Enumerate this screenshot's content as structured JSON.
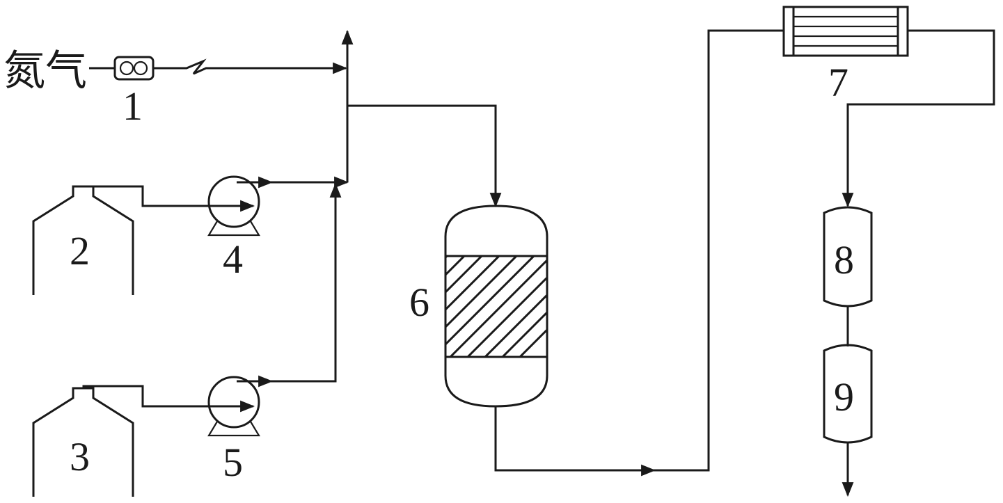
{
  "gas_label": "氮气",
  "labels": {
    "n1": "1",
    "n2": "2",
    "n3": "3",
    "n4": "4",
    "n5": "5",
    "n6": "6",
    "n7": "7",
    "n8": "8",
    "n9": "9"
  },
  "colors": {
    "line": "#1a1a1a",
    "background": "#ffffff"
  }
}
